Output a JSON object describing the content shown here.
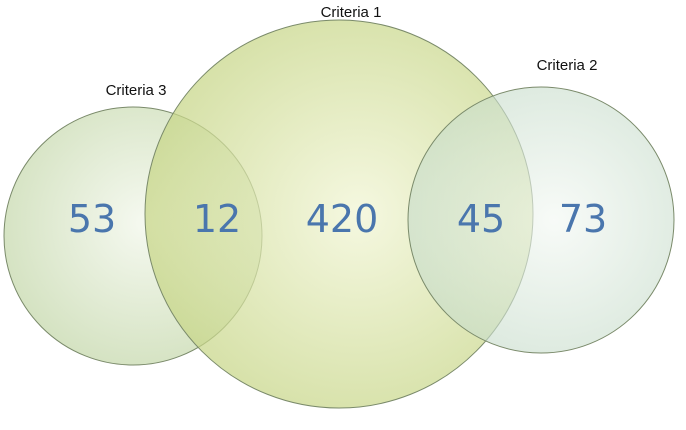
{
  "diagram": {
    "type": "venn",
    "sets": [
      {
        "id": "c1",
        "label": "Criteria 1"
      },
      {
        "id": "c2",
        "label": "Criteria 2"
      },
      {
        "id": "c3",
        "label": "Criteria 3"
      }
    ],
    "regions": {
      "c3_only": "53",
      "c3_and_c1": "12",
      "c1_only": "420",
      "c1_and_c2": "45",
      "c2_only": "73"
    },
    "colors": {
      "criteria_1_fill": "#c9d88a",
      "criteria_2_fill": "#cfe2d4",
      "criteria_3_fill": "#d6e5c6",
      "count_text": "#4a76ad"
    }
  }
}
